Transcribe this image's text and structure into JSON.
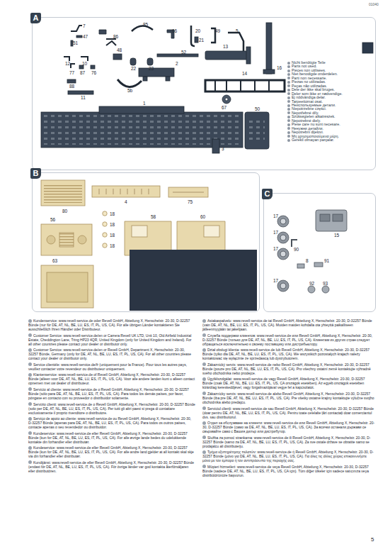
{
  "diagram": {
    "nodes": [
      {
        "text": [
          "A"
        ]
      },
      {
        "text": [
          "B"
        ]
      },
      {
        "text": [
          "C"
        ]
      }
    ],
    "labels": [
      "01040",
      "7",
      "86",
      "85",
      "66",
      "20",
      "49",
      "5",
      "16",
      "51",
      "47",
      "21",
      "48",
      "12",
      "10",
      "22",
      "23",
      "52",
      "13",
      "2",
      "77",
      "87",
      "76",
      "88",
      "5b",
      "11",
      "1",
      "14",
      "67",
      "50",
      "3",
      "80",
      "4",
      "75",
      "56",
      "18",
      "18",
      "18",
      "18",
      "58",
      "60",
      "63",
      "17",
      "15",
      "17",
      "90",
      "17",
      "8",
      "91",
      "17",
      "92",
      "93",
      "5",
      "Kundenservice: www.revell-service.de oder Revell GmbH, Abteilung X, Henschelstr. 20-30, D-32257 Bünde (nur für DE, AT, NL, BE, LU, ES, IT, PL, US, CA). Für alle übrigen Länder kontaktieren Sie ausschließlich Ihren Händler oder Distributeur.",
      "Customer Service: www.revell-service.de/en or Carrera Revell UK LTD, Unit 10, Old Airfield Industrial Estate, Cheddington Lane, Tring HP23 4QR, United Kingdom (only for United Kingdom and Ireland). For all other countries please contact your dealer or distributor only.",
      "Customer Service: www.revell-service.de/en or Revell GmbH, Department X, Henschelstr. 20-30, 32257 Bünde, Germany (only for DE, AT, NL, BE, LU, ES, IT, PL, US, CA). For all other countries please contact your dealer or distributor only.",
      "Service clientèle: www.revell-service.de/fr (uniquement pour la France). Pour tous les autres pays, veuillez contacter votre revendeur ou distributeur uniquement.",
      "Klantenservice: www.revell-service.de of Revell GmbH, Abteilung X, Henschelstr. 20-30, D-32257 Bünde (alleen voor DE, AT, NL, BE, LU, ES, IT, PL, US, CA). Voor alle andere landen kunt u alleen contact opnemen met uw dealer of distributeur.",
      "Servicio al cliente: www.revell-service.de o Revell GmbH, Abteilung X, Henschelstr. 20-30, D-32257 Bünde (sólo para DE, AT, NL, BE, LU, ES, IT, PL, US, CA). Para todos los demás países, por favor, póngase en contacto con su proveedor o distribuidor solamente.",
      "Servizio clienti: www.revell-service.de o Revell GmbH, Abteilung X, Henschelstr. 20-30, D-32257 Bünde (solo per DE, AT, NL, BE, LU, ES, IT, PL, US, CA). Per tutti gli altri paesi si prega di contattare esclusivamente il proprio rivenditore o distributore.",
      "Serviço de apoio ao cliente: www.revell-service.de ou Revell GmbH, Abteilung X, Henschelstr. 20-30, D-32257 Bünde (apenas para DE, AT, NL, BE, LU, ES, IT, PL, US, CA). Para todos os outros países, contacte apenas o seu revendedor ou distribuidor.",
      "Kundeservice: www.revell-service.de eller Revell GmbH, Abteilung X, Henschelstr. 20-30, D-32257 Bünde (kun for DE, AT, NL, BE, LU, ES, IT, PL, US, CA). For alle øvrige lande bedes du udelukkende kontakte din forhandler eller distributør.",
      "Kundeservice: www.revell-service.de eller Revell GmbH, Abteilung X, Henschelstr. 20-30, D-32257 Bünde (kun for DE, AT, NL, BE, LU, ES, IT, PL, US, CA). For alle andre land gjelder at all kontakt skal skje via din forhandler eller distributør.",
      "Kundtjänst: www.revell-service.de eller Revell GmbH, Abteilung X, Henschelstr. 20-30, D-32257 Bünde (endast för DE, AT, NL, BE, LU, ES, IT, PL, US, CA). För övriga länder var god kontakta återförsäljaren eller distributören.",
      "Asiakaspalvelu: www.revell-service.de tai Revell GmbH, Abteilung X, Henschelstr. 20-30, D-32257 Bünde (vain DE, AT, NL, BE, LU, ES, IT, PL, US, CA). Muiden maiden kohdalla ota yhteyttä paikalliseen jälleenmyyjään tai jakelijaan.",
      "Служба поддержки клиентов: www.revell-service.de или Revell GmbH, Abteilung X, Henschelstr. 20-30, D-32257 Bünde (только для DE, AT, NL, BE, LU, ES, IT, PL, US, CA). Клиентам из других стран следует обращаться исключительно к своему поставщику или дистрибьютору.",
      "Dział obsługi klienta: www.revell-service.de lub Revell GmbH, Abteilung X, Henschelstr. 20-30, D-32257 Bünde (tylko dla DE, AT, NL, BE, LU, ES, IT, PL, US, CA). We wszystkich pozostałych krajach należy kontaktować się wyłącznie ze sprzedawcą lub dystrybutorem.",
      "Zákaznický servis: www.revell-service.de nebo Revell GmbH, Abteilung X, Henschelstr. 20-30, D-32257 Bünde (pouze pro DE, AT, NL, BE, LU, ES, IT, PL, US, CA). Pro všechny ostatní země kontaktujte výhradně svého obchodníka nebo prodejce.",
      "Ügyfélszolgálat: www.revell-service.de vagy Revell GmbH, Abteilung X, Henschelstr. 20-30, D-32257 Bünde (csak DE, AT, NL, BE, LU, ES, IT, PL, US, CA országok esetében). Az egyéb országok esetében kizárólag kereskedőjével, vagy forgalmazójával vegye fel a kapcsolatot.",
      "Zákaznícky servis: www.revell-service.de alebo Revell GmbH, Abteilung X, Henschelstr. 20-30, D-32257 Bünde (iba pre DE, AT, NL, BE, LU, ES, IT, PL, US, CA). Pre všetky ostatné krajiny kontaktujte výlučne svojho obchodníka alebo predajcu.",
      "Serviciul clienți: www.revell-service.de sau Revell GmbH, Abteilung X, Henschelstr. 20-30, D-32257 Bünde (doar pentru DE, AT, NL, BE, LU, ES, IT, PL, US, CA). Pentru toate celelalte țări contactați doar comerciantul dvs. sau distribuitorul.",
      "Отдел за обслужване на клиенти: www.revell-service.de или Revell GmbH, Abteilung X, Henschelstr. 20-30, D-32257 Bünde (само за DE, AT, NL, BE, LU, ES, IT, PL, US, CA). За всички останали държави се свързвайте само с Вашия дилър или дистрибутор.",
      "Služba za pomoć strankama: www.revell-service.de ili Revell GmbH, Abteilung X, Henschelstr. 20-30, D-32257 Bünde (samo za DE, AT, NL, BE, LU, ES, IT, PL, US, CA). Za sve ostale države se obratite samo se prodajalcu ali distributerju.",
      "Τμήμα εξυπηρέτησης πελατών: www.revell-service.de ή Revell GmbH, Abteilung X, Henschelstr. 20-30, D-32257 Bünde (μόνο για DE, AT, NL, BE, LU, ES, IT, PL, US, CA). Για όλες τις άλλες χώρες επικοινωνήστε μόνο με τον έμπορο ή τον αντιπρόσωπο της περιοχής σας.",
      "Müşteri hizmetleri: www.revell-service.de veya Revell GmbH, Abteilung X, Henschelstr. 20-30, D-32257 Bünde (sadece DE, AT, NL, BE, LU, ES, IT, PL, US, CA için). Tüm diğer ülkeler için sadece satıcınıza veya distribütörünüze başvurun."
    ],
    "legend": [
      {
        "text": "Nicht benötigte Teile"
      },
      {
        "text": "Parts not used."
      },
      {
        "text": "Pièces non utilisées."
      },
      {
        "text": "Niet benodigde onderdelen."
      },
      {
        "text": "Parti non necessarie."
      },
      {
        "text": "Piezas no utilizadas."
      },
      {
        "text": "Peças não utilizadas."
      },
      {
        "text": "Dele der ikke skal bruges."
      },
      {
        "text": "Deler som ikke er nødvendige."
      },
      {
        "text": "Ej nödvändiga delar."
      },
      {
        "text": "Tarpeettomat osat."
      },
      {
        "text": "Неиспользуемые детали."
      },
      {
        "text": "Niepotrzebne części."
      },
      {
        "text": "Nepotřebné díly."
      },
      {
        "text": "Szükségtelen alkatrészek."
      },
      {
        "text": "Nepotrebné diely."
      },
      {
        "text": "Piese care nu sunt necesare."
      },
      {
        "text": "Ненужни детайли."
      },
      {
        "text": "Nepotrebni dijelovi."
      },
      {
        "text": "Μη χρησιμοποιούμενα μέρη."
      },
      {
        "text": "Gerekli olmayan parçalar."
      }
    ]
  }
}
